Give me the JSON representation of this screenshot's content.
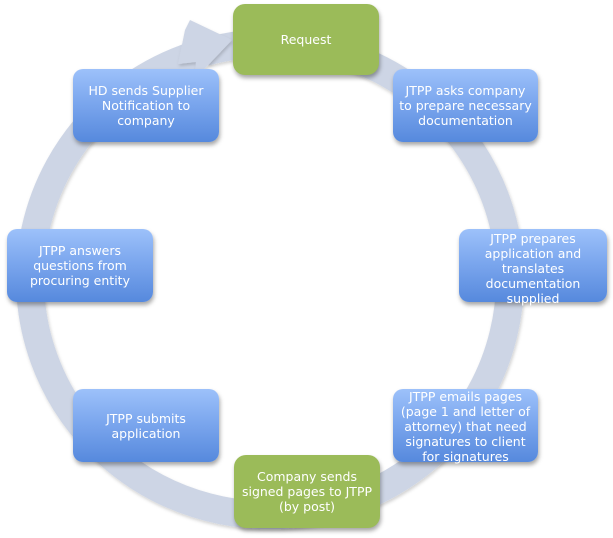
{
  "diagram": {
    "type": "cycle",
    "ring_color": "#CDD5E5",
    "colors": {
      "blue_node": "#6F9BE8",
      "green_node": "#9BBB59",
      "text": "#FFFFFF"
    },
    "nodes": [
      {
        "id": "request",
        "label": "Request",
        "color": "green"
      },
      {
        "id": "jtpp-asks",
        "label": "JTPP asks company to prepare necessary documentation",
        "color": "blue"
      },
      {
        "id": "jtpp-prepares",
        "label": "JTPP prepares application and translates documentation supplied",
        "color": "blue"
      },
      {
        "id": "jtpp-emails",
        "label": "JTPP emails pages (page 1 and letter of attorney) that need signatures to client for signatures",
        "color": "blue"
      },
      {
        "id": "company-sends",
        "label": "Company sends signed pages to JTPP (by post)",
        "color": "green"
      },
      {
        "id": "jtpp-submits",
        "label": "JTPP submits application",
        "color": "blue"
      },
      {
        "id": "jtpp-answers",
        "label": "JTPP answers questions from procuring entity",
        "color": "blue"
      },
      {
        "id": "hd-sends",
        "label": "HD sends Supplier Notification to company",
        "color": "blue"
      }
    ]
  }
}
